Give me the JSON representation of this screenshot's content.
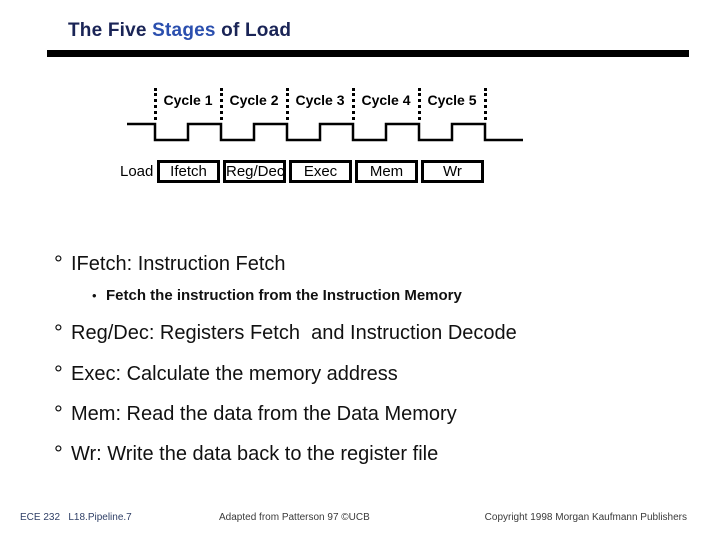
{
  "title": {
    "prefix": "The Five ",
    "highlight": "Stages",
    "suffix": " of Load"
  },
  "diagram": {
    "cycles": [
      "Cycle 1",
      "Cycle 2",
      "Cycle 3",
      "Cycle 4",
      "Cycle 5"
    ],
    "row_label": "Load",
    "stages": [
      "Ifetch",
      "Reg/Dec",
      "Exec",
      "Mem",
      "Wr"
    ]
  },
  "markers": {
    "main": "°",
    "sub": "•"
  },
  "bullets": {
    "b1": "IFetch: Instruction Fetch",
    "b1_sub": "Fetch the instruction from the Instruction Memory",
    "b2": "Reg/Dec: Registers Fetch  and Instruction Decode",
    "b3": "Exec: Calculate the memory address",
    "b4": "Mem: Read the data from the Data Memory",
    "b5": "Wr: Write the data back to the register file"
  },
  "footer": {
    "left": "ECE 232   L18.Pipeline.7",
    "center": "Adapted from Patterson 97 ©UCB",
    "right": "Copyright 1998 Morgan Kaufmann Publishers"
  },
  "colors": {
    "title_navy": "#1a2456",
    "title_blue": "#2b4fae",
    "line_black": "#000000"
  }
}
